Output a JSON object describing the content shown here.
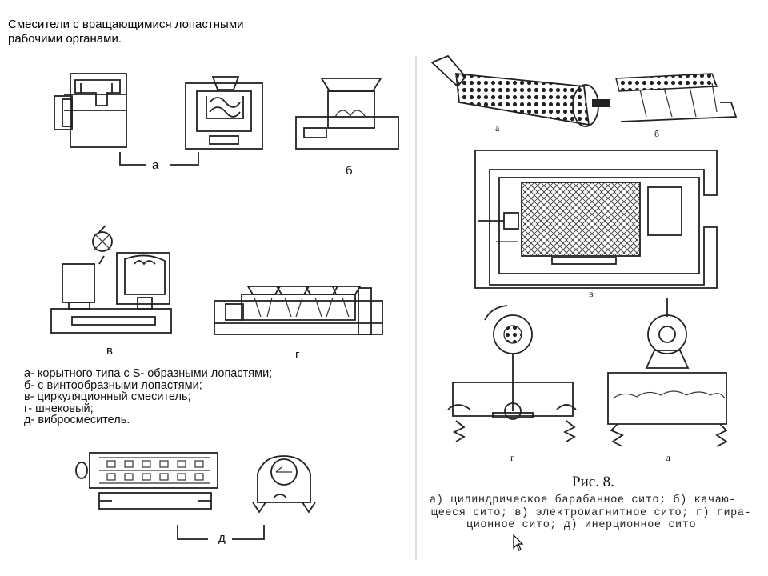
{
  "left": {
    "title_lines": [
      "Смесители с вращающимися лопастными",
      "рабочими органами."
    ],
    "labels": {
      "a": "а",
      "b": "б",
      "v": "в",
      "g": "г",
      "d": "д"
    },
    "legend": [
      "а- корытного типа с S- образными лопастями;",
      "б- с винтообразными лопастями;",
      "в- циркуляционный смеситель;",
      "г- шнековый;",
      "д- вибросмеситель."
    ]
  },
  "right": {
    "labels": {
      "a": "а",
      "b": "б",
      "v": "в",
      "g": "г",
      "d": "д"
    },
    "caption": "Рис. 8.",
    "legend_lines": [
      "а) цилиндрическое  барабанное сито;  б) качаю-",
      "щееся сито;  в) электромагнитное сито;  г) гира-",
      "ционное сито;  д) инерционное сито"
    ]
  },
  "icons": [
    "mouse-pointer-icon"
  ]
}
